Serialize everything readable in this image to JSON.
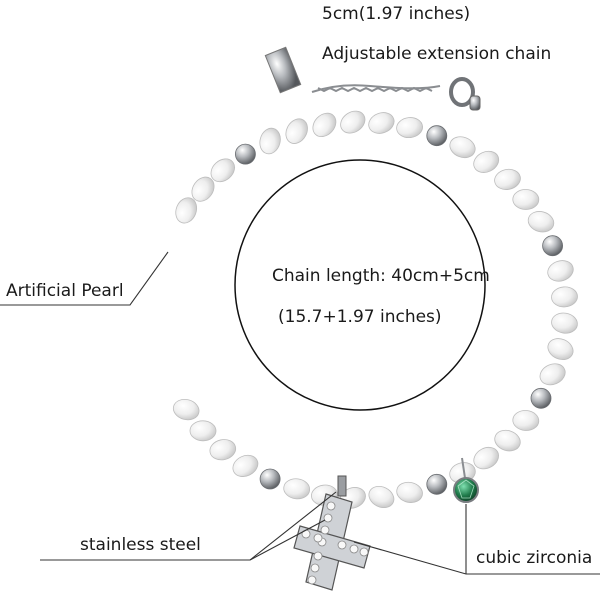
{
  "labels": {
    "extension_length": "5cm(1.97 inches)",
    "extension_name": "Adjustable extension chain",
    "chain_length": "Chain length: 40cm+5cm",
    "chain_length_inches": "(15.7+1.97 inches)",
    "pearl": "Artificial Pearl",
    "steel": "stainless steel",
    "zirconia": "cubic zirconia"
  },
  "colors": {
    "pearl": "#f4f4f4",
    "steel": "#b9bcc0",
    "zirconia": "#1f7a4a",
    "line": "#333333"
  }
}
